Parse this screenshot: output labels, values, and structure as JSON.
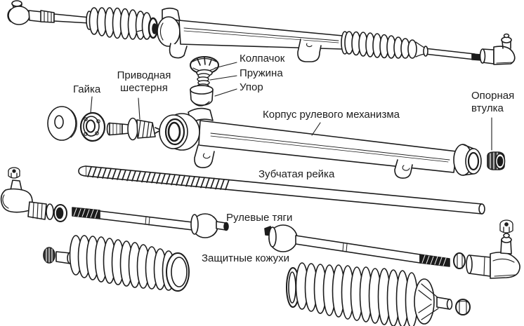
{
  "diagram": {
    "kind": "exploded-parts-line-drawing",
    "colors": {
      "background": "#ffffff",
      "line": "#1c1c1c",
      "text": "#1c1c1c"
    },
    "labels": {
      "cap": "Колпачок",
      "spring": "Пружина",
      "stop": "Упор",
      "drive_pinion": "Приводная шестерня",
      "nut": "Гайка",
      "housing": "Корпус рулевого механизма",
      "support_bushing": "Опорная втулка",
      "rack": "Зубчатая рейка",
      "tie_rods": "Рулевые тяги",
      "boots": "Защитные кожухи"
    }
  }
}
